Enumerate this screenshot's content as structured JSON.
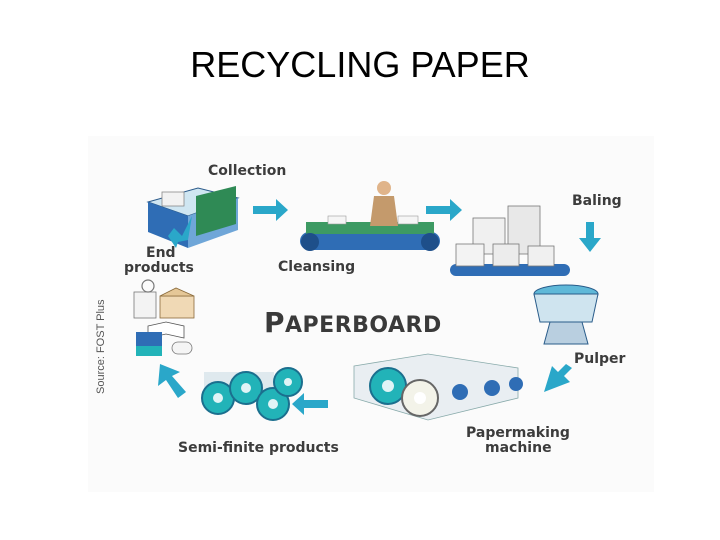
{
  "title": "RECYCLING PAPER",
  "diagram": {
    "center_label_initial": "P",
    "center_label_rest": "APERBOARD",
    "steps": {
      "collection": "Collection",
      "cleansing": "Cleansing",
      "baling": "Baling",
      "pulper": "Pulper",
      "papermaking_line1": "Papermaking",
      "papermaking_line2": "machine",
      "semi_finite": "Semi-finite products",
      "end_line1": "End",
      "end_line2": "products"
    },
    "source": "Source: FOST Plus",
    "colors": {
      "arrow": "#2aa7c9",
      "accent_teal": "#22b3b8",
      "green": "#2f8a55",
      "blue": "#2f6db5"
    }
  }
}
